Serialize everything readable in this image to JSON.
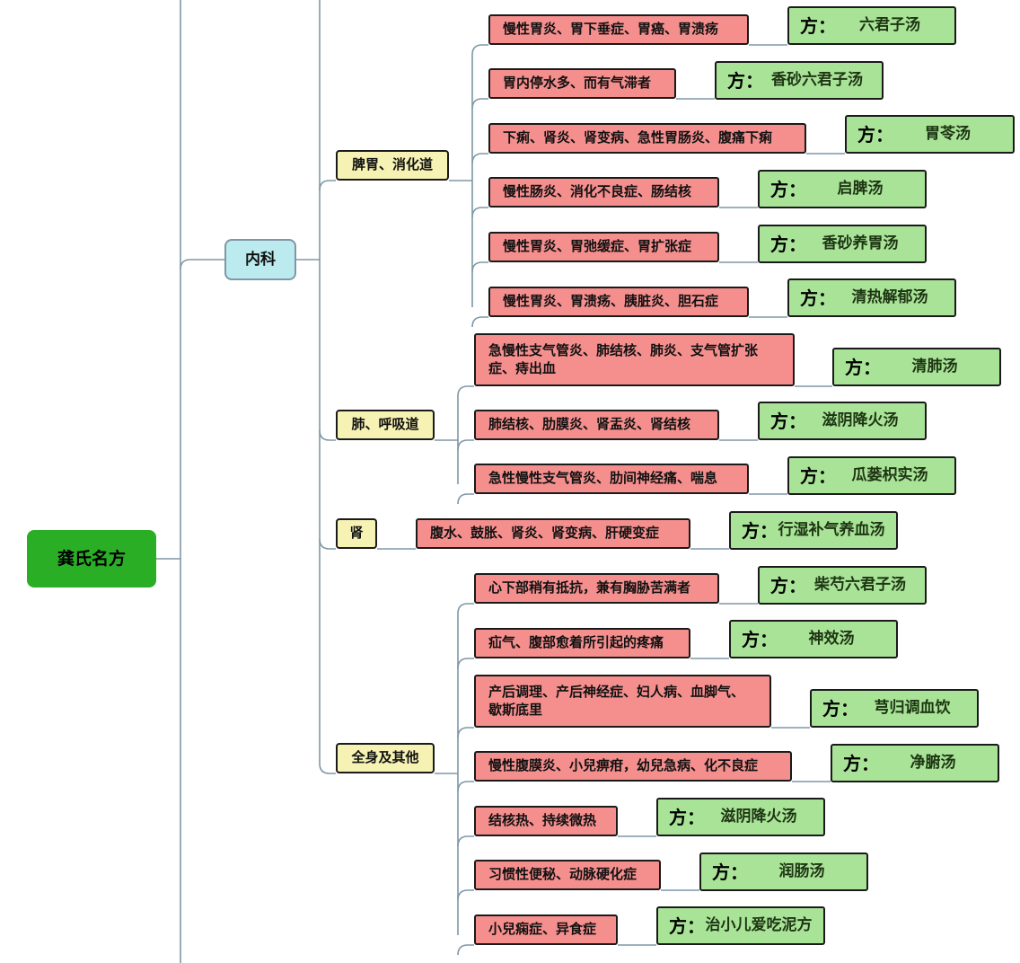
{
  "root": "龚氏名方",
  "department": "内科",
  "rx_prefix": "方：",
  "categories": [
    {
      "name": "脾胃、消化道",
      "items": [
        {
          "disease": "慢性胃炎、胃下垂症、胃癌、胃溃疡",
          "formula": "六君子汤"
        },
        {
          "disease": "胃内停水多、而有气滞者",
          "formula": "香砂六君子汤"
        },
        {
          "disease": "下痢、肾炎、肾变病、急性胃肠炎、腹痛下痢",
          "formula": "胃苓汤"
        },
        {
          "disease": "慢性肠炎、消化不良症、肠结核",
          "formula": "启脾汤"
        },
        {
          "disease": "慢性胃炎、胃弛缓症、胃扩张症",
          "formula": "香砂养胃汤"
        },
        {
          "disease": "慢性胃炎、胃溃疡、胰脏炎、胆石症",
          "formula": "清热解郁汤"
        }
      ]
    },
    {
      "name": "肺、呼吸道",
      "items": [
        {
          "disease": "急慢性支气管炎、肺结核、肺炎、支气管扩张症、痔出血",
          "formula": "清肺汤"
        },
        {
          "disease": "肺结核、肋膜炎、肾盂炎、肾结核",
          "formula": "滋阴降火汤"
        },
        {
          "disease": "急性慢性支气管炎、肋间神经痛、喘息",
          "formula": "瓜蒌枳实汤"
        }
      ]
    },
    {
      "name": "肾",
      "items": [
        {
          "disease": "腹水、鼓胀、肾炎、肾变病、肝硬变症",
          "formula": "行湿补气养血汤"
        }
      ]
    },
    {
      "name": "全身及其他",
      "items": [
        {
          "disease": "心下部稍有抵抗，兼有胸胁苦满者",
          "formula": "柴芍六君子汤"
        },
        {
          "disease": "疝气、腹部愈着所引起的疼痛",
          "formula": "神效汤"
        },
        {
          "disease": "产后调理、产后神经症、妇人病、血脚气、歇斯底里",
          "formula": "芎归调血饮"
        },
        {
          "disease": "慢性腹膜炎、小兒痹疳，幼兒急病、化不良症",
          "formula": "净腑汤"
        },
        {
          "disease": "结核热、持续微热",
          "formula": "滋阴降火汤"
        },
        {
          "disease": "习惯性便秘、动脉硬化症",
          "formula": "润肠汤"
        },
        {
          "disease": "小兒痫症、异食症",
          "formula": "治小儿爱吃泥方"
        }
      ]
    }
  ],
  "colors": {
    "root": "#2aae25",
    "department": "#bcebef",
    "category": "#f6f2b3",
    "disease": "#f58f8e",
    "formula": "#a9e398",
    "connector": "#7f97a6"
  }
}
